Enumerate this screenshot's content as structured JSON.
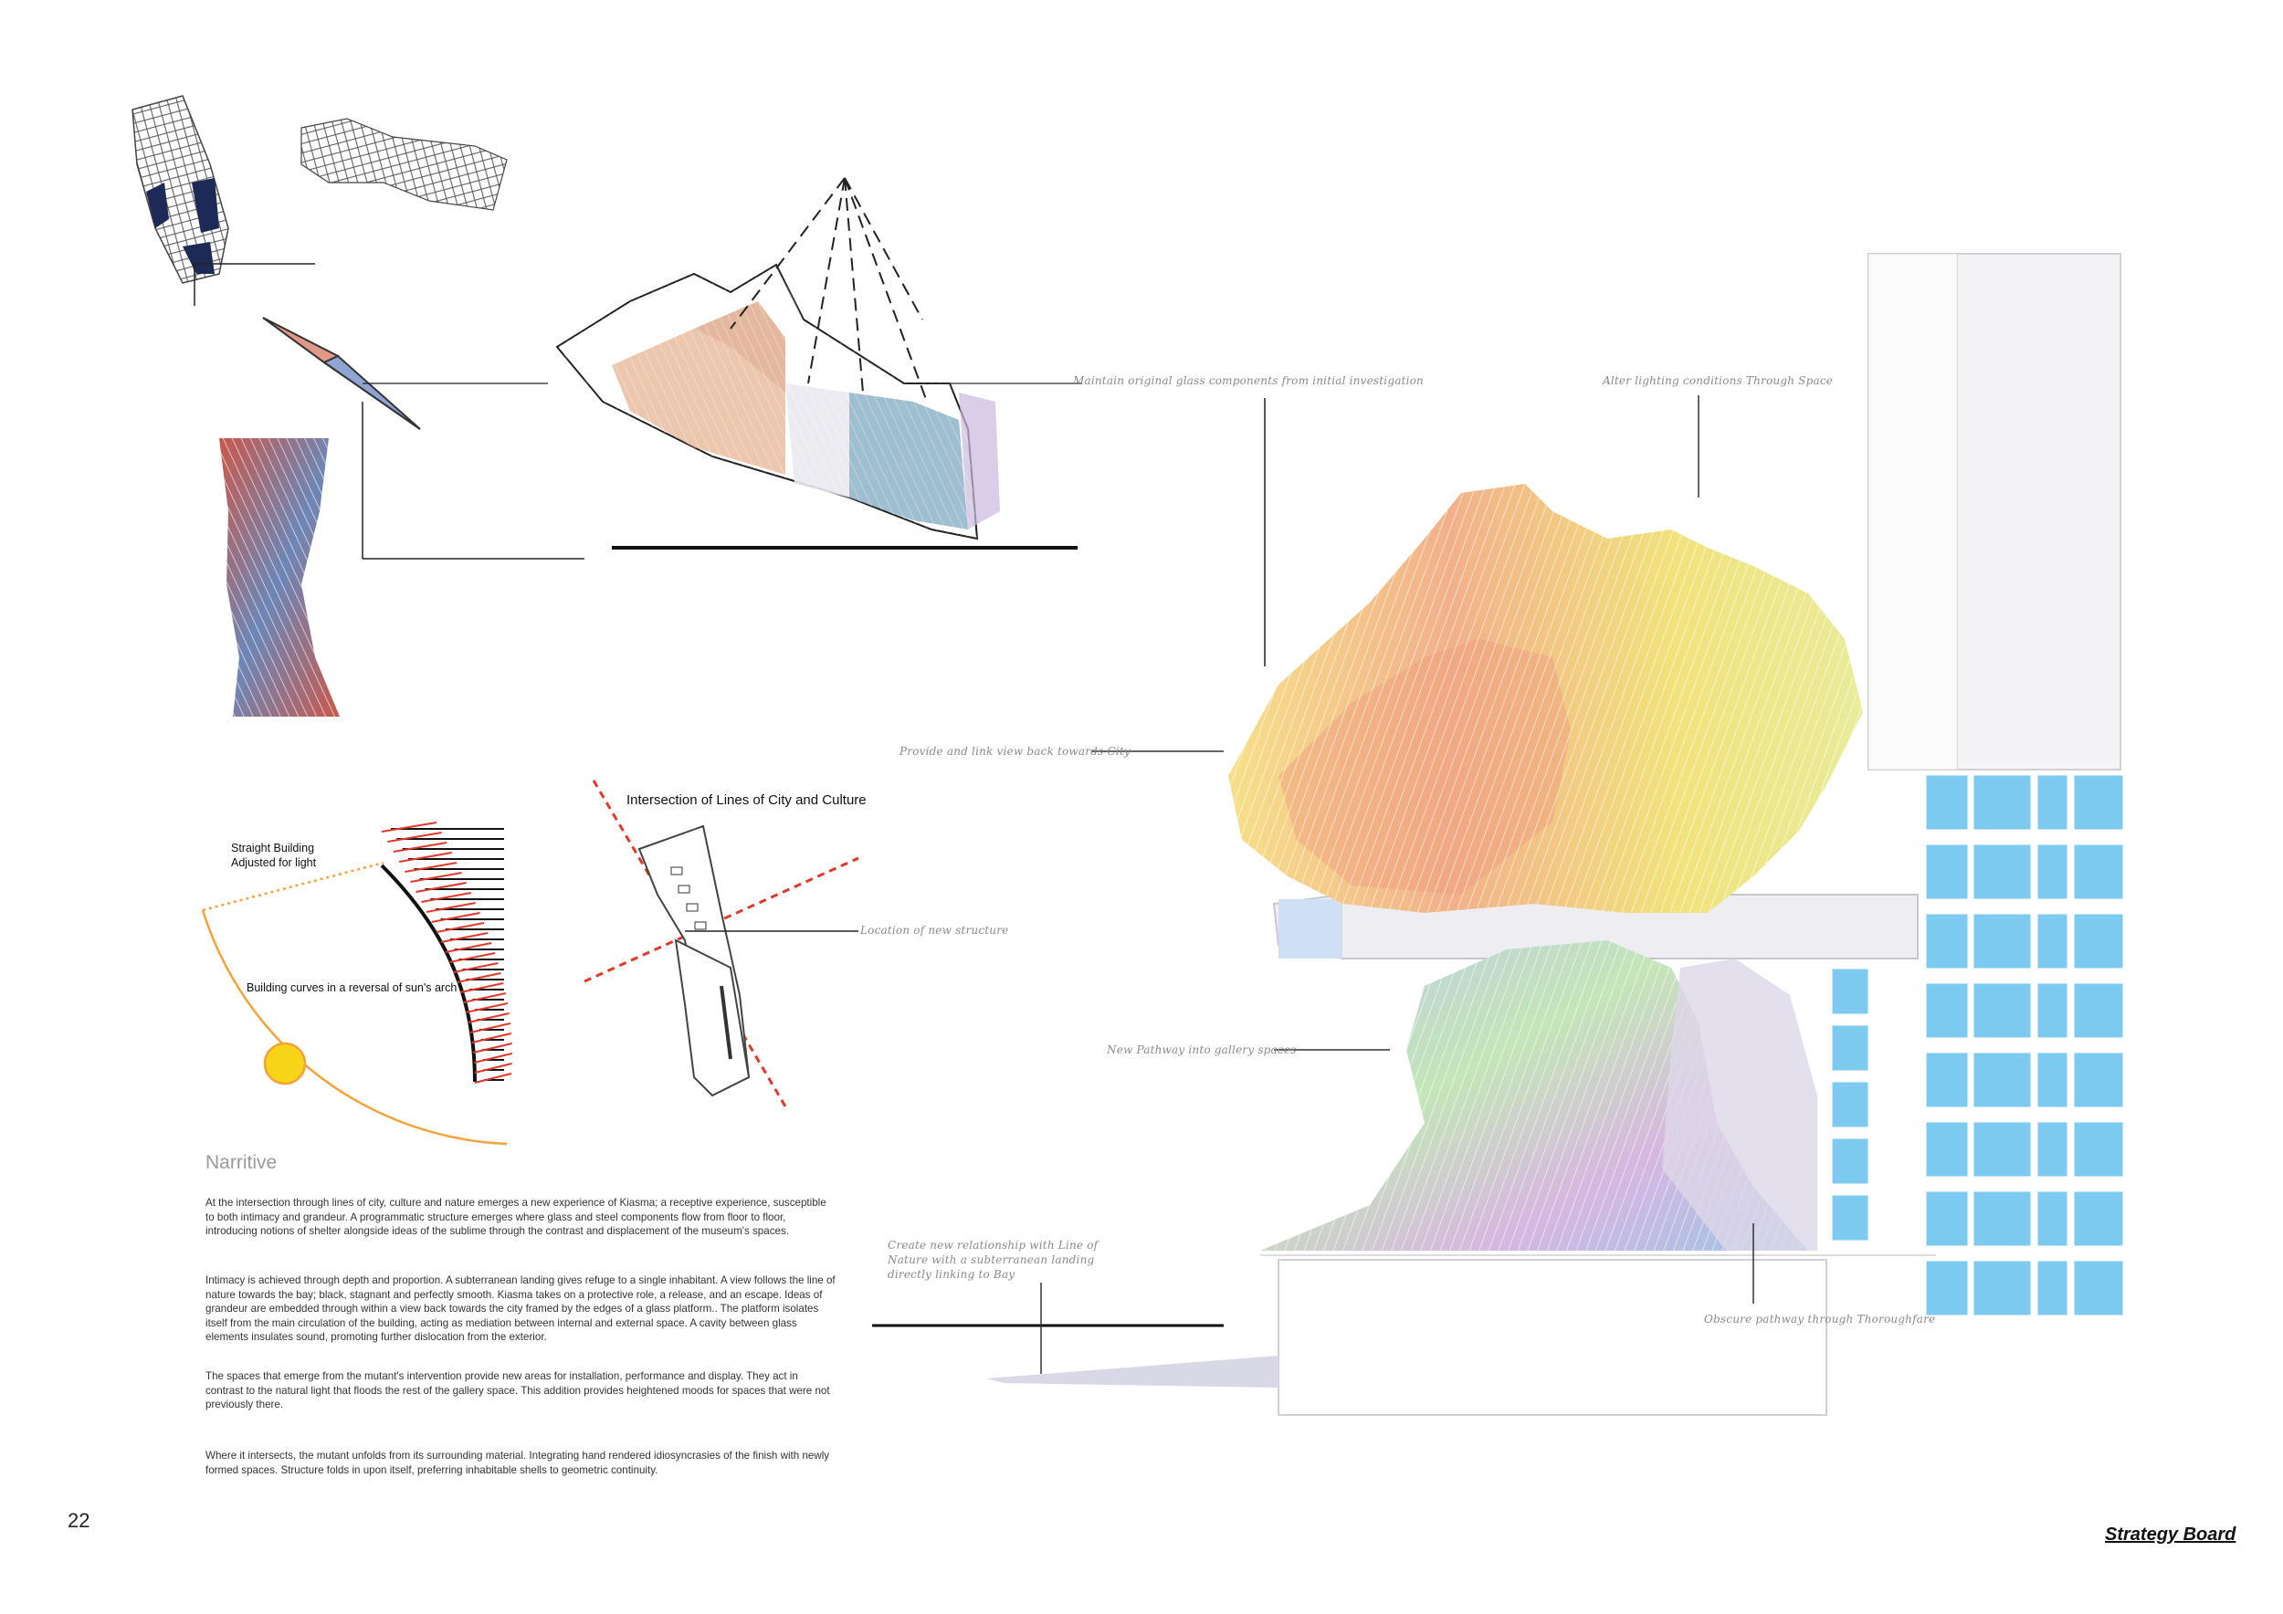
{
  "page": {
    "number": "22",
    "board_title": "Strategy Board"
  },
  "diagrams": {
    "sun_diagram": {
      "label_straight": "Straight Building\nAdjusted for light",
      "label_curve": "Building curves in a reversal of sun's arch"
    },
    "intersection_diagram": {
      "title": "Intersection of Lines of City and Culture",
      "location_label": "Location of new structure"
    },
    "render_annotations": {
      "maintain": "Maintain original glass components from initial investigation",
      "alter": "Alter lighting conditions Through Space",
      "provide": "Provide and link view back towards City",
      "pathway": "New Pathway into gallery spaces",
      "create": "Create new relationship with Line of Nature with a subterranean landing directly linking to Bay",
      "obscure": "Obscure pathway through Thoroughfare"
    }
  },
  "narrative": {
    "heading": "Narritive",
    "paragraphs": [
      "At the intersection through lines of city, culture and nature emerges a new experience of Kiasma; a receptive experience, susceptible to both intimacy and grandeur. A programmatic structure emerges where glass and steel components flow from floor to floor, introducing notions of shelter alongside ideas of the sublime through the contrast and displacement of the museum's spaces.",
      "Intimacy is achieved through depth and proportion. A subterranean landing gives refuge to a single inhabitant. A view follows the line of nature towards the bay; black, stagnant and perfectly smooth. Kiasma takes on a protective role, a release, and an escape. Ideas of grandeur are embedded through within a view back towards the city framed by the edges of a glass platform.. The platform isolates itself from the main circulation of the building, acting as mediation between internal and external space. A cavity between glass elements insulates sound, promoting further dislocation from the exterior.",
      "The spaces that emerge from the mutant's intervention provide new areas for installation, performance and display. They act in contrast to the natural light that floods the rest of the gallery space. This addition provides heightened moods for spaces that were not previously there.",
      "Where it intersects, the mutant unfolds from its surrounding material. Integrating hand rendered idiosyncrasies of the finish with newly formed spaces. Structure folds in upon itself, preferring inhabitable shells to geometric continuity."
    ]
  },
  "colors": {
    "accent_red": "#e0392b",
    "sun_orange": "#f2a33a",
    "sun_yellow": "#f7d417",
    "glass_blue": "#7ccaf0"
  }
}
